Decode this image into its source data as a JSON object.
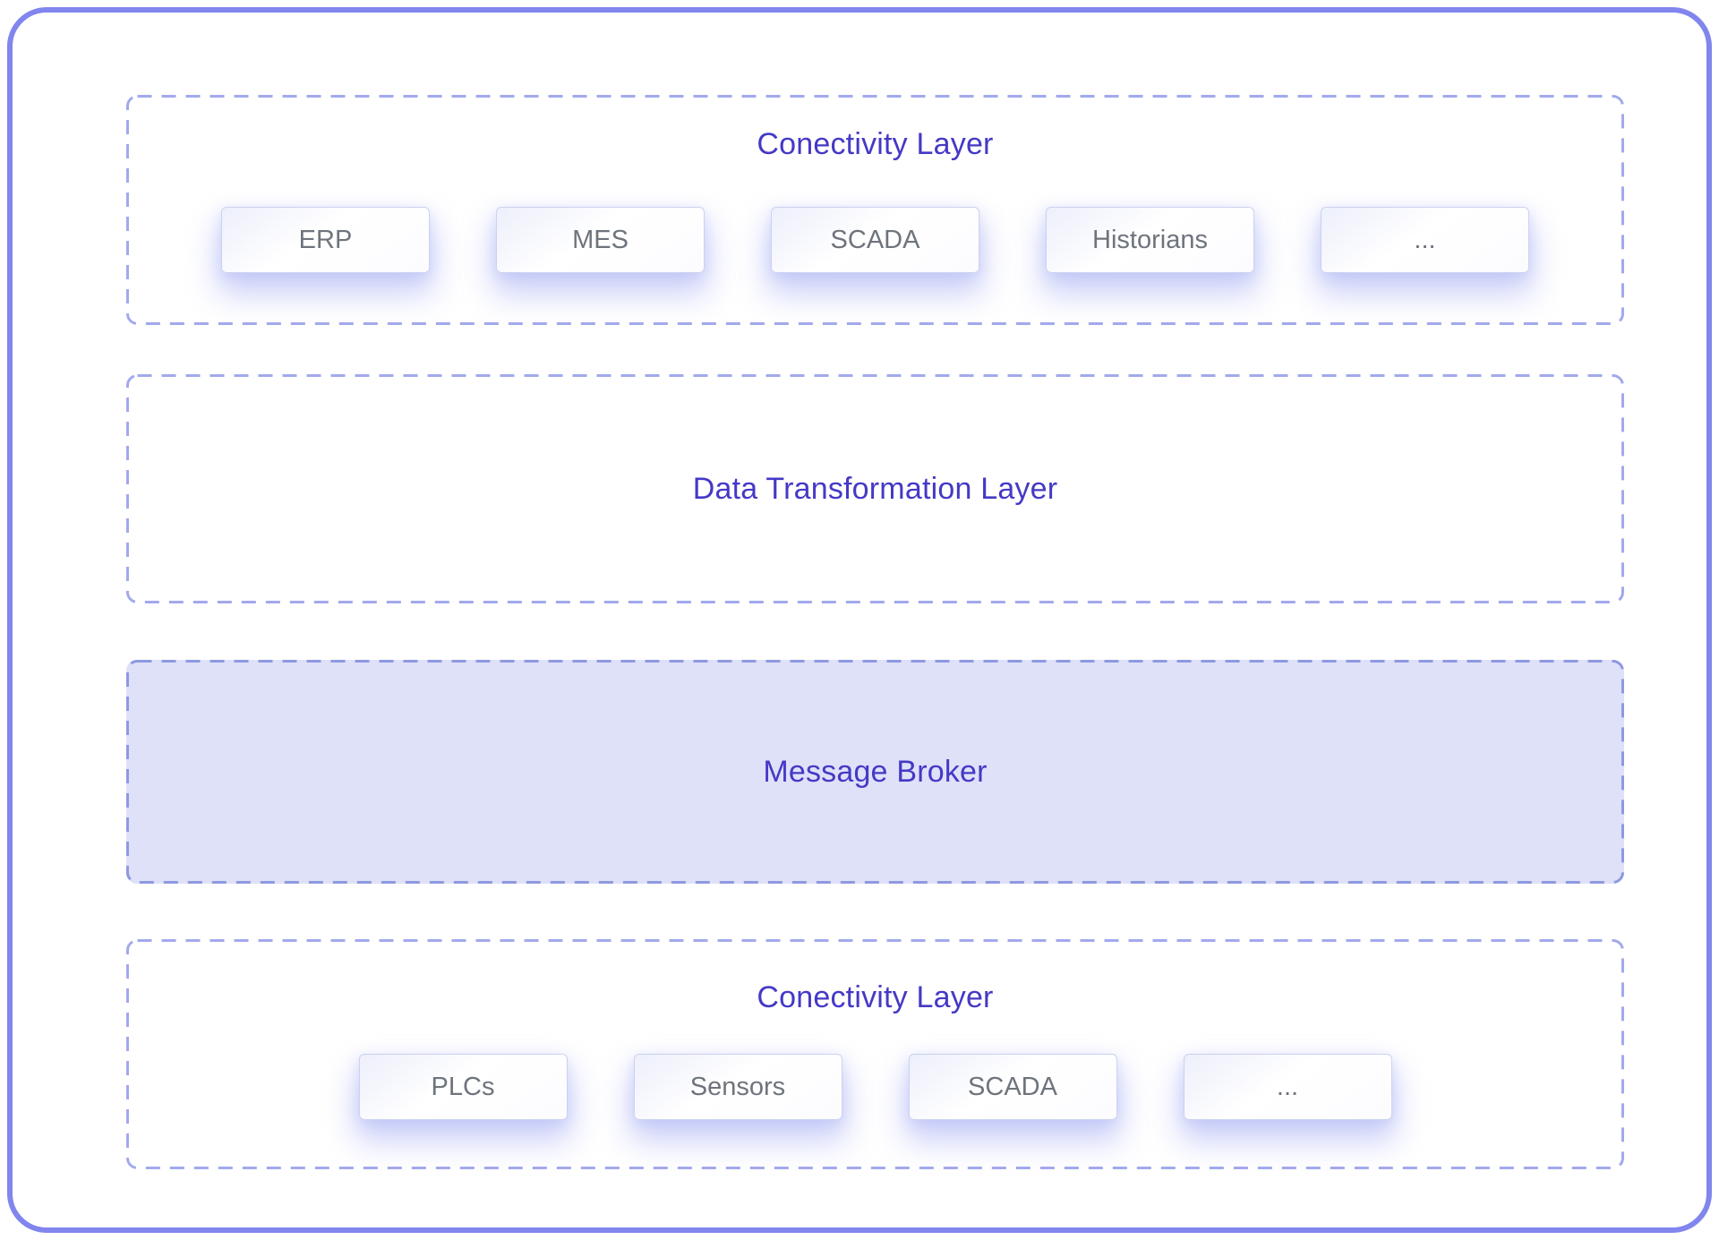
{
  "colors": {
    "accent": "#4539c6",
    "frame-border": "#8185ee",
    "dash-border": "#a2a9ec",
    "broker-border": "#8f99e0",
    "broker-fill": "#dee1f8",
    "node-text": "#6e747c",
    "node-border": "#ccd2f0"
  },
  "sections": {
    "top": {
      "title": "Conectivity Layer",
      "items": [
        "ERP",
        "MES",
        "SCADA",
        "Historians",
        "..."
      ]
    },
    "transform": {
      "title": "Data Transformation Layer"
    },
    "broker": {
      "title": "Message Broker"
    },
    "bottom": {
      "title": "Conectivity Layer",
      "items": [
        "PLCs",
        "Sensors",
        "SCADA",
        "..."
      ]
    }
  }
}
